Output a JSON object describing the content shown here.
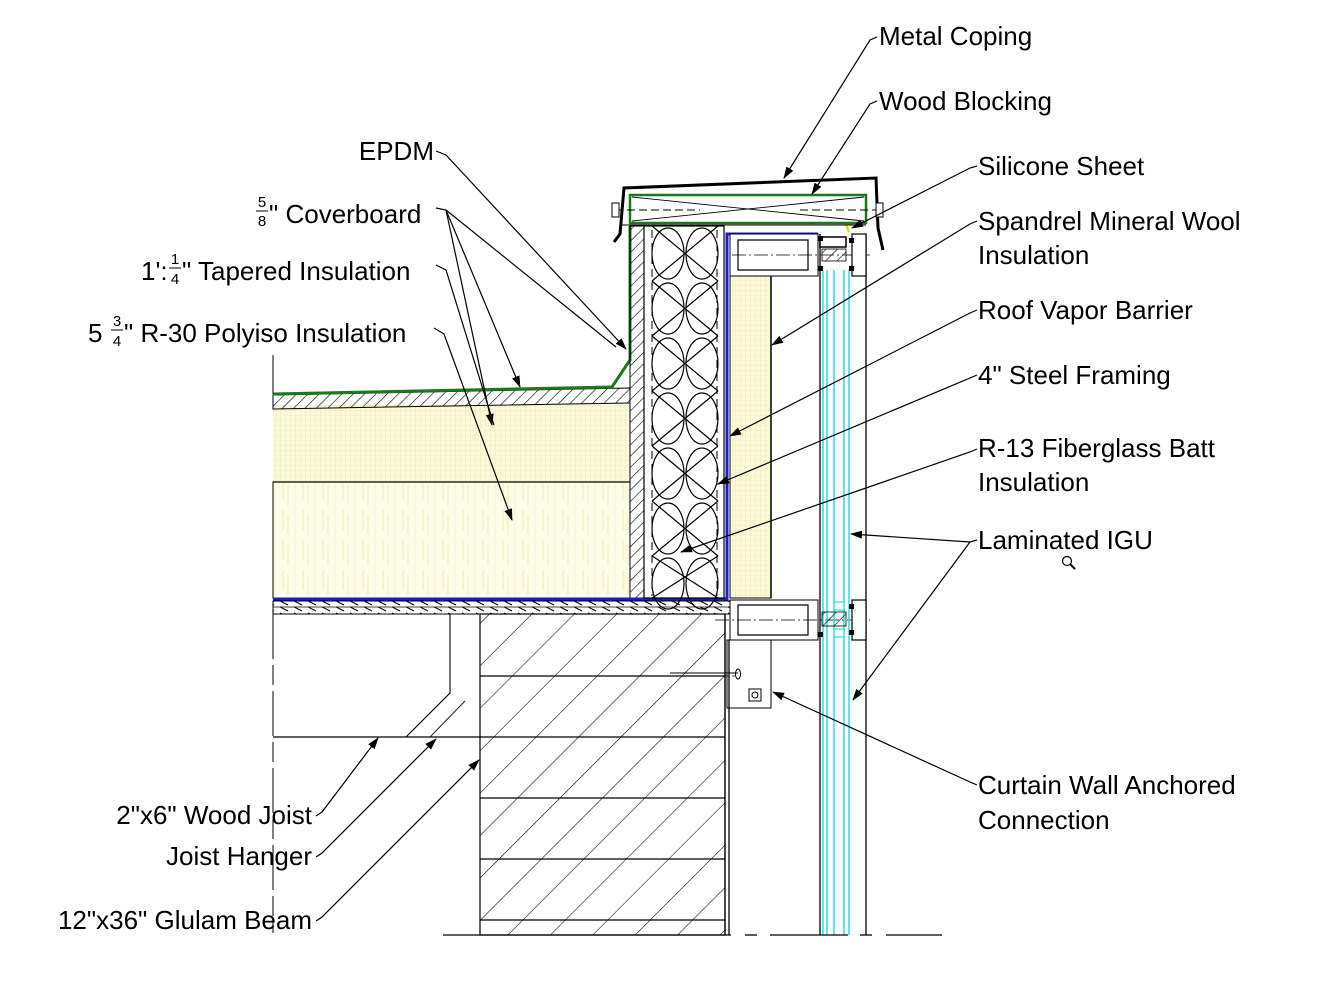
{
  "drawing": {
    "title": "Parapet / Curtain Wall Roof Edge Detail",
    "colors": {
      "epdm": "#1a7a1a",
      "vapor_barrier": "#1a1ad0",
      "insulation_fill": "#fbf9d8",
      "insulation_grid": "#ece8a8",
      "glass": "#22e0e8",
      "silicone": "#f0e000",
      "line": "#000000"
    },
    "labels_left": [
      {
        "id": "epdm",
        "text": "EPDM"
      },
      {
        "id": "coverboard",
        "frac_num": "5",
        "frac_den": "8",
        "text": "\" Coverboard"
      },
      {
        "id": "tapered",
        "prefix": "1':",
        "frac_num": "1",
        "frac_den": "4",
        "text": "\" Tapered Insulation"
      },
      {
        "id": "polyiso",
        "prefix": "5 ",
        "frac_num": "3",
        "frac_den": "4",
        "text": "\" R-30 Polyiso Insulation"
      },
      {
        "id": "wood-joist",
        "text": "2\"x6\" Wood Joist"
      },
      {
        "id": "joist-hanger",
        "text": "Joist Hanger"
      },
      {
        "id": "glulam",
        "text": "12\"x36\" Glulam Beam"
      }
    ],
    "labels_right": [
      {
        "id": "metal-coping",
        "text": "Metal Coping"
      },
      {
        "id": "wood-blocking",
        "text": "Wood Blocking"
      },
      {
        "id": "silicone-sheet",
        "text": "Silicone Sheet"
      },
      {
        "id": "spandrel-wool",
        "line1": "Spandrel Mineral Wool",
        "line2": "Insulation"
      },
      {
        "id": "vapor-barrier",
        "text": "Roof Vapor Barrier"
      },
      {
        "id": "steel-framing",
        "text": "4\" Steel Framing"
      },
      {
        "id": "fiberglass-batt",
        "line1": "R-13 Fiberglass Batt",
        "line2": "Insulation"
      },
      {
        "id": "laminated-igu",
        "text": "Laminated IGU"
      },
      {
        "id": "cw-anchor",
        "line1": "Curtain Wall Anchored",
        "line2": "Connection"
      }
    ],
    "cursor": "zoom-magnifier-icon"
  }
}
